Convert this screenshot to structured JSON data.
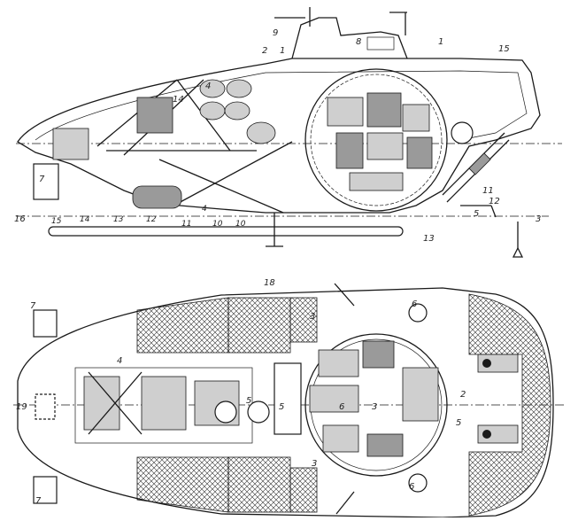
{
  "side_view": {
    "callouts": [
      "1",
      "2",
      "1",
      "4",
      "9",
      "8",
      "14",
      "15",
      "7",
      "16",
      "15",
      "14",
      "13",
      "12",
      "11",
      "10",
      "10",
      "4",
      "13",
      "11",
      "12",
      "5",
      "3"
    ],
    "hull_labels": [
      "1",
      "2"
    ]
  },
  "plan_view": {
    "callouts": [
      "18",
      "7",
      "7",
      "19",
      "4",
      "3",
      "3",
      "6",
      "6",
      "5",
      "2",
      "3",
      "6",
      "5",
      "5"
    ]
  }
}
